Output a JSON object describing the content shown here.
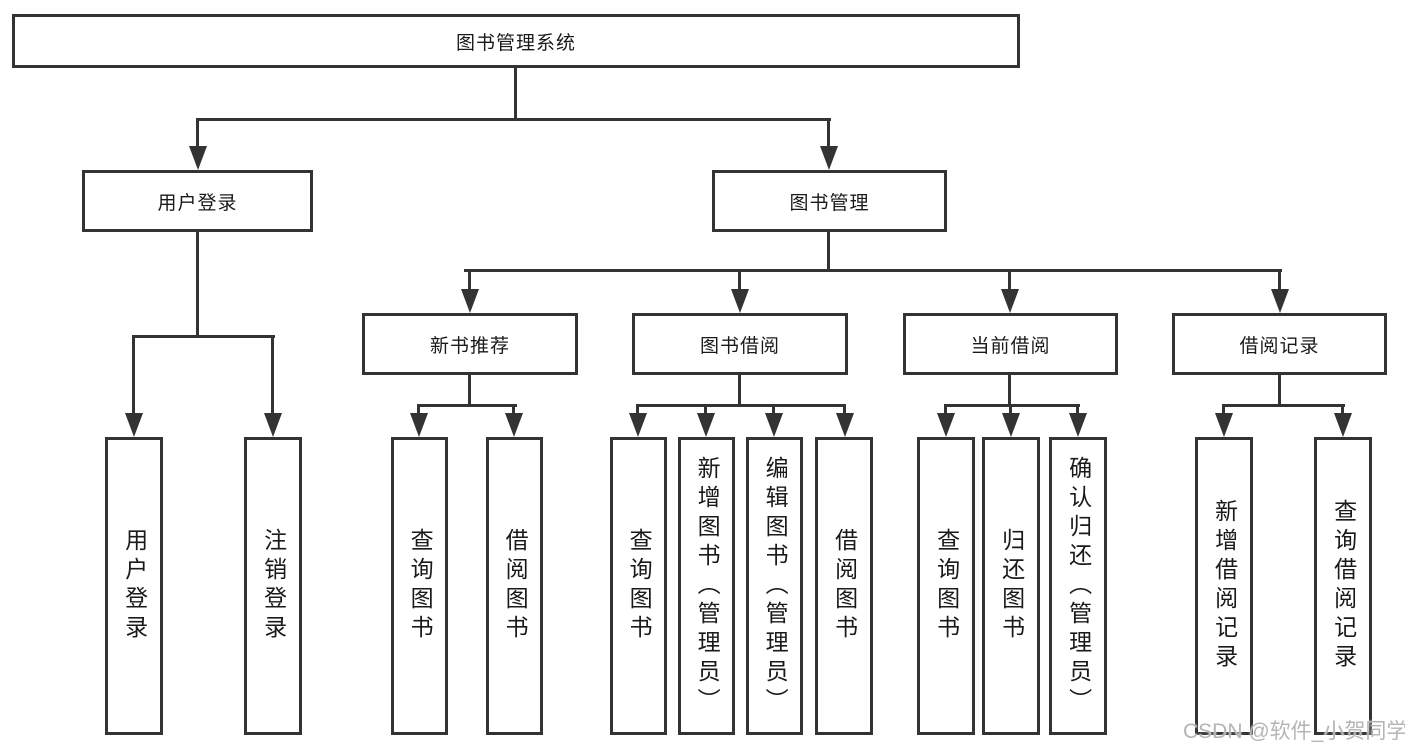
{
  "colors": {
    "line": "#333333",
    "text": "#1a1a1a",
    "box_fill": "#ffffff",
    "background": "#ffffff",
    "watermark": "#b5b5b5"
  },
  "tree": {
    "label": "图书管理系统",
    "children": [
      {
        "label": "用户登录",
        "children": [
          {
            "label": "用户登录"
          },
          {
            "label": "注销登录"
          }
        ]
      },
      {
        "label": "图书管理",
        "children": [
          {
            "label": "新书推荐",
            "children": [
              {
                "label": "查询图书"
              },
              {
                "label": "借阅图书"
              }
            ]
          },
          {
            "label": "图书借阅",
            "children": [
              {
                "label": "查询图书"
              },
              {
                "label": "新增图书（管理员）"
              },
              {
                "label": "编辑图书（管理员）"
              },
              {
                "label": "借阅图书"
              }
            ]
          },
          {
            "label": "当前借阅",
            "children": [
              {
                "label": "查询图书"
              },
              {
                "label": "归还图书"
              },
              {
                "label": "确认归还（管理员）"
              }
            ]
          },
          {
            "label": "借阅记录",
            "children": [
              {
                "label": "新增借阅记录"
              },
              {
                "label": "查询借阅记录"
              }
            ]
          }
        ]
      }
    ]
  },
  "watermark": {
    "text": "CSDN @软件_小贺同学"
  }
}
